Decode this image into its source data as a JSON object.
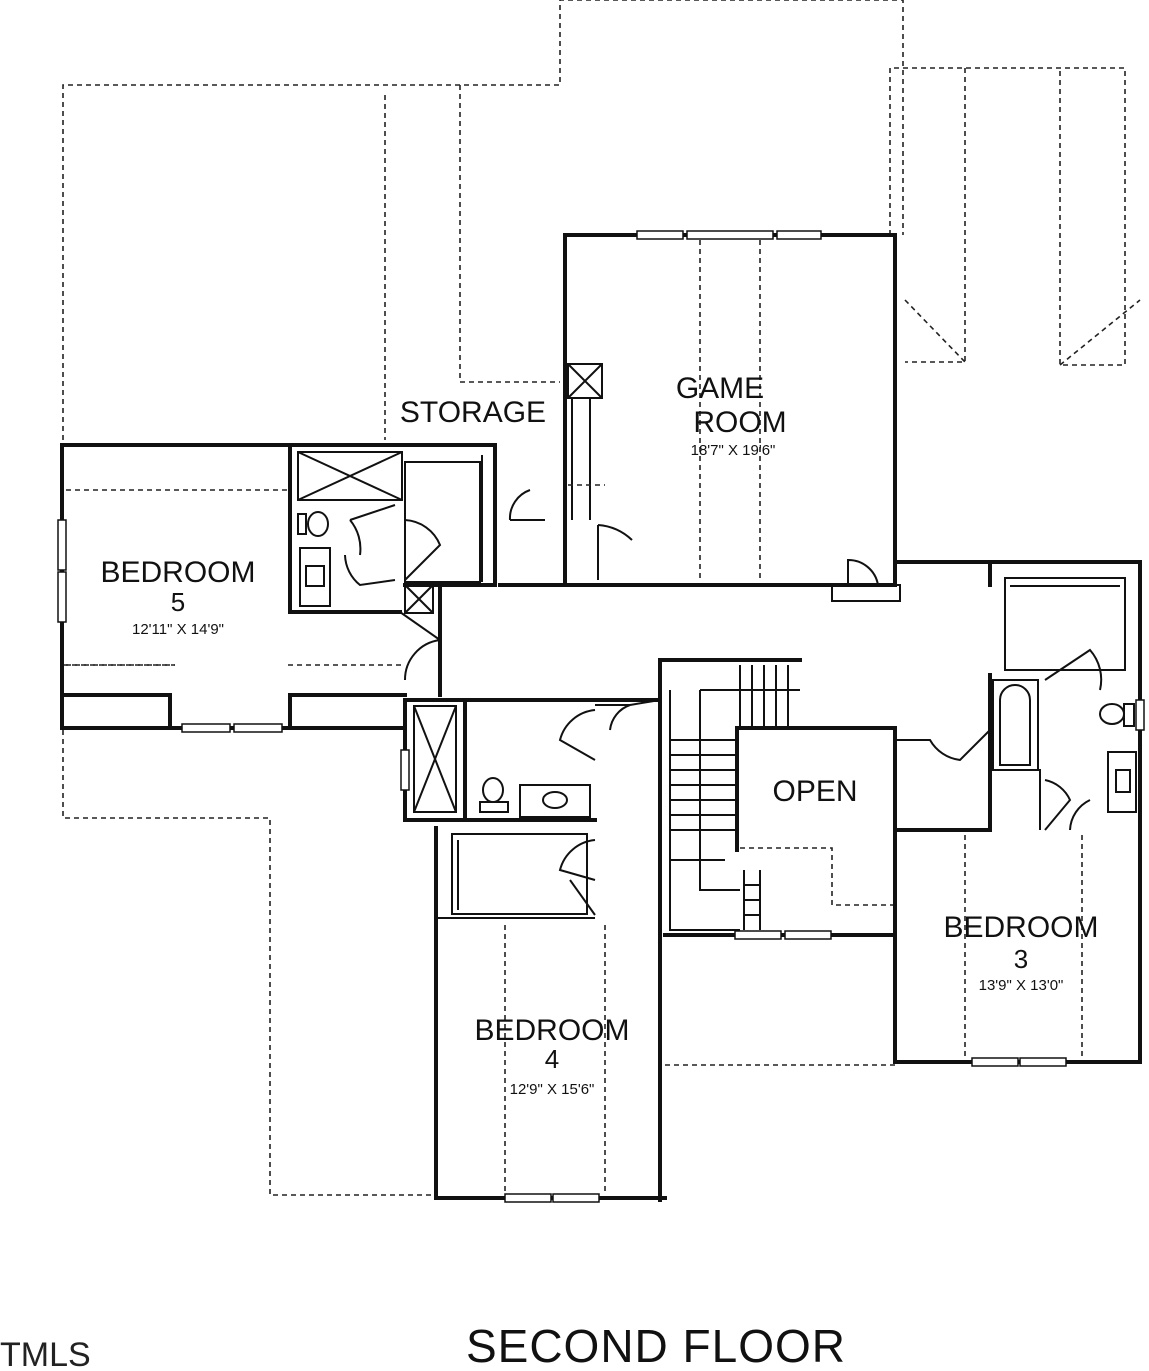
{
  "floor_title": "SECOND FLOOR",
  "watermark": "TMLS",
  "rooms": {
    "game_room": {
      "label_line1": "GAME",
      "label_line2": "ROOM",
      "dimensions": "18'7\" X 19'6\""
    },
    "storage": {
      "label": "STORAGE"
    },
    "bedroom5": {
      "label": "BEDROOM",
      "number": "5",
      "dimensions": "12'11\" X 14'9\""
    },
    "bedroom4": {
      "label": "BEDROOM",
      "number": "4",
      "dimensions": "12'9\" X 15'6\""
    },
    "bedroom3": {
      "label": "BEDROOM",
      "number": "3",
      "dimensions": "13'9\" X 13'0\""
    },
    "open": {
      "label": "OPEN"
    }
  }
}
